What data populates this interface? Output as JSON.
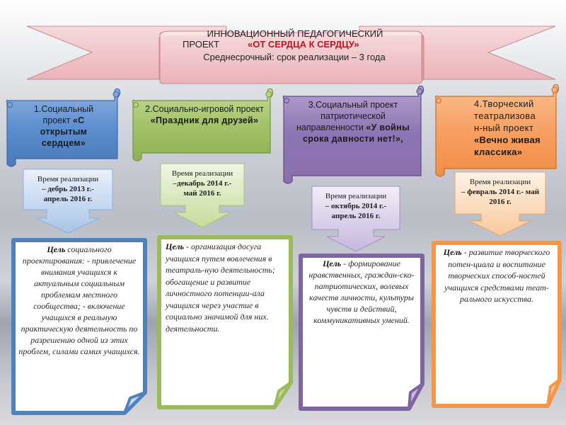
{
  "banner": {
    "line1": "ИННОВАЦИОННЫЙ ПЕДАГОГИЧЕСКИЙ",
    "line2_label": "ПРОЕКТ",
    "line2_title": "«ОТ СЕРДЦА К СЕРДЦУ»",
    "line3": "Среднесрочный: срок реализации – 3 года",
    "colors": {
      "fill": "#f2c7cb",
      "border": "#c98b93",
      "title": "#c0141c"
    }
  },
  "projects": [
    {
      "color": "#5b8ccc",
      "header_plain": "1.Социальный проект ",
      "header_bold": "«С открытым сердцем»",
      "time_label": "Время реализации",
      "time_dates": "– дебрь 2013 г.- апрель 2016 г.",
      "goal_label": "Цель",
      "goal_text": " социального проектирования: - привлечение внимания учащихся к актуальным социальным проблемам местного сообщества; - включение учащихся в реальную практическую деятельность по разрешению одной из этих проблем, силами самих учащихся."
    },
    {
      "color": "#9bbb59",
      "header_plain": "2.Социально-игровой проект ",
      "header_bold": "«Праздник для друзей»",
      "time_label": "Время реализации",
      "time_dates": "–декабрь 2014 г.- май 2016 г.",
      "goal_label": "Цель",
      "goal_text": " - организация досуга  учащихся путем вовлечения в театраль-ную деятельность; обогащение и развитие личностного потенции-ала учащихся  через участие  в социально значимой для них. деятельности."
    },
    {
      "color": "#8064a2",
      "header_plain": "3.Социальный проект патриотической направленности ",
      "header_bold": "«У войны срока давности нет!»,",
      "time_label": "Время реализации",
      "time_dates": "– октябрь 2014 г.- апрель 2016 г.",
      "goal_label": "Цель",
      "goal_text": " - формирование нравственных, граждан-ско-патриотических, волевых качеств личности, культуры чувств и действий, коммуникативных умений."
    },
    {
      "color": "#f79646",
      "header_plain": "4.Творческий театрализова н-ный проект ",
      "header_bold": "«Вечно живая классика»",
      "time_label": "Время реализации",
      "time_dates": "– февраль 2014 г.- май 2016 г.",
      "goal_label": "Цель",
      "goal_text": " - развитие творческого  потен-циала и воспитание творческих способ-ностей  учащихся средствами теат-рального искусства."
    }
  ]
}
